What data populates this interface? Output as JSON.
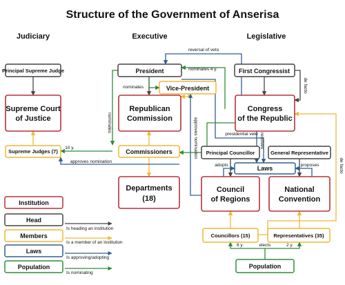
{
  "title": "Structure of the Government of Anserisa",
  "columns": {
    "judiciary": "Judiciary",
    "executive": "Executive",
    "legislative": "Legislative"
  },
  "colors": {
    "institution": "#b5303a",
    "head": "#444444",
    "member": "#f2b632",
    "law": "#2f5f8f",
    "population": "#2e8b3c"
  },
  "nodes": {
    "principal_supreme_judge": "Principal Supreme Judge",
    "supreme_court_l1": "Supreme Court",
    "supreme_court_l2": "of Justice",
    "supreme_judges": "Supreme Judges (7)",
    "president": "President",
    "vice_president": "Vice-President",
    "republican_commission_l1": "Republican",
    "republican_commission_l2": "Commission",
    "commissioners": "Commissioners",
    "departments_l1": "Departments",
    "departments_l2": "(18)",
    "first_congressist": "First Congressist",
    "congress_l1": "Congress",
    "congress_l2": "of the Republic",
    "principal_councillor": "Principal Councillor",
    "general_representative": "General Representative",
    "laws": "Laws",
    "council_l1": "Council",
    "council_l2": "of Regions",
    "convention_l1": "National",
    "convention_l2": "Convention",
    "councillors": "Councillors (15)",
    "representatives": "Representatives (35)",
    "population": "Population"
  },
  "edge_labels": {
    "reversal_of_veto": "reversal of veto",
    "nominates_4y": "nominates 4 y.",
    "nominates": "nominates",
    "nominates_vertical": "nominates",
    "de_facto_1": "de facto",
    "de_facto_2": "de facto",
    "approves_nomination_vertical": "approves nomination",
    "presidential_veto": "presidential veto",
    "resolves": "resolves",
    "ten_y": "10 y.",
    "approves_nomination": "approves nomination",
    "adopts": "adopts",
    "proposes": "proposes",
    "six_y": "6 y.",
    "elects": "elects",
    "two_y": "2 y."
  },
  "legend": {
    "institution": "Institution",
    "head": "Head",
    "members": "Members",
    "laws": "Laws",
    "population": "Population",
    "head_desc": "Is heading an institution",
    "members_desc": "Is a member of an institution",
    "laws_desc": "Is approving/adopting",
    "population_desc": "Is nominating"
  }
}
